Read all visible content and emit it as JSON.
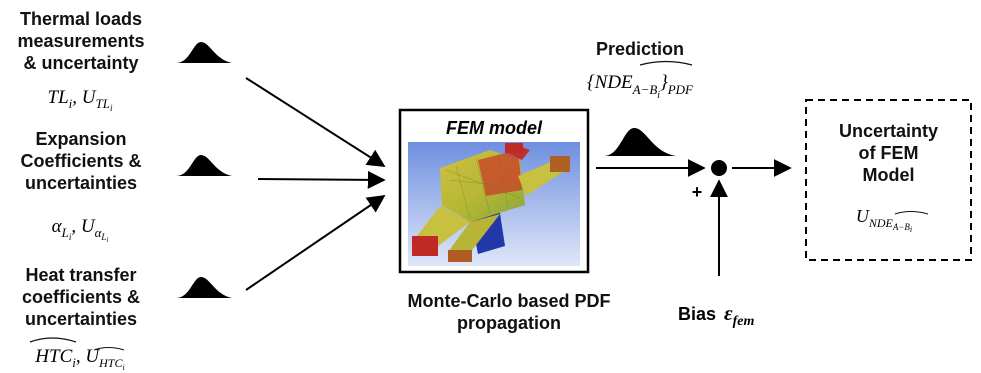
{
  "inputs": [
    {
      "lines": [
        "Thermal loads",
        "measurements",
        "& uncertainty"
      ],
      "symbol": "TL_i, U_TL_i"
    },
    {
      "lines": [
        "Expansion",
        "Coefficients &",
        "uncertainties"
      ],
      "symbol": "α_L_i, U_α_L_i"
    },
    {
      "lines": [
        "Heat transfer",
        "coefficients &",
        "uncertainties"
      ],
      "symbol": "HTC_i hat, U_HTC_i hat"
    }
  ],
  "fem_box": {
    "title": "FEM model"
  },
  "propagation_caption": [
    "Monte-Carlo based PDF",
    "propagation"
  ],
  "prediction": {
    "title": "Prediction",
    "formula": "{NDE_A−B_i hat}_PDF"
  },
  "bias": {
    "label": "Bias",
    "symbol": "ε_fem"
  },
  "sum_sign": "+",
  "output_box": {
    "lines": [
      "Uncertainty",
      "of FEM",
      "Model"
    ],
    "symbol": "U_NDE_A−B_i hat"
  },
  "colors": {
    "line": "#000000",
    "text": "#111111",
    "render_blue": "#3a5fc8",
    "render_yellow": "#c8c83a",
    "render_red": "#c8302a"
  }
}
